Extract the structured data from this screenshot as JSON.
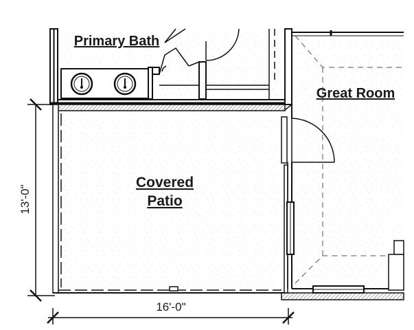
{
  "rooms": {
    "primary_bath": "Primary Bath",
    "great_room": "Great Room",
    "covered_patio_line1": "Covered",
    "covered_patio_line2": "Patio"
  },
  "dimensions": {
    "width": "16'-0\"",
    "depth": "13'-0\""
  }
}
